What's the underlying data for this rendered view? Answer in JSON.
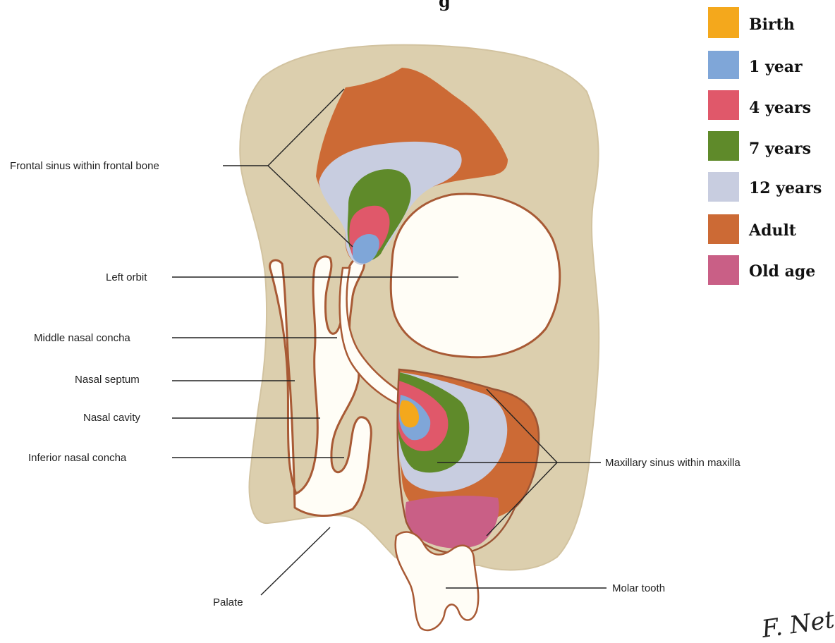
{
  "header_fragment": "g",
  "legend": [
    {
      "label": "Birth",
      "color": "#f4a81c"
    },
    {
      "label": "1 year",
      "color": "#7fa6d8"
    },
    {
      "label": "4 years",
      "color": "#e0586a"
    },
    {
      "label": "7 years",
      "color": "#5f8a2a"
    },
    {
      "label": "12 years",
      "color": "#c8cde0"
    },
    {
      "label": "Adult",
      "color": "#cc6a35"
    },
    {
      "label": "Old age",
      "color": "#c95f86"
    }
  ],
  "labels": {
    "frontal": "Frontal sinus within frontal bone",
    "orbit": "Left orbit",
    "middle_concha": "Middle nasal concha",
    "septum": "Nasal septum",
    "cavity": "Nasal cavity",
    "inferior_concha": "Inferior nasal concha",
    "palate": "Palate",
    "maxillary": "Maxillary sinus within maxilla",
    "molar": "Molar tooth"
  },
  "colors": {
    "bone": "#dccfae",
    "bone_outline": "#9b5535",
    "cavity": "#fffdf6"
  },
  "signature": "F. Netter"
}
